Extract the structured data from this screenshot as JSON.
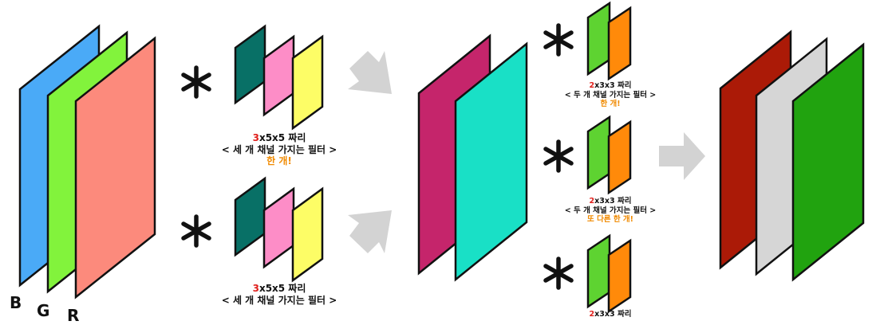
{
  "channel_labels": [
    "B",
    "G",
    "R"
  ],
  "operator": "*",
  "filters_5x5": [
    {
      "num": "3",
      "dims": "x5x5 짜리",
      "desc": "< 세 개 채널 가지는 필터 >",
      "note": "한 개!"
    },
    {
      "num": "3",
      "dims": "x5x5 짜리",
      "desc": "< 세 개 채널 가지는 필터 >",
      "note": ""
    }
  ],
  "filters_3x3": [
    {
      "num": "2",
      "dims": "x3x3 짜리",
      "desc": "< 두 개 채널 가지는 필터 >",
      "note": "한 개!"
    },
    {
      "num": "2",
      "dims": "x3x3 짜리",
      "desc": "< 두 개 채널 가지는 필터 >",
      "note": "또 다른 한 개!"
    },
    {
      "num": "2",
      "dims": "x3x3 짜리",
      "desc": "",
      "note": ""
    }
  ],
  "colors": {
    "input_B": "#4aaaf7",
    "input_G": "#82f33c",
    "input_R": "#fc8a7c",
    "filter5_c1": "#087066",
    "filter5_c2": "#fd8dc7",
    "filter5_c3": "#fdfd66",
    "mid_1": "#c5256b",
    "mid_2": "#19e0c6",
    "filter3_c1": "#5ed331",
    "filter3_c2": "#ff8a0a",
    "out_1": "#ab1a07",
    "out_2": "#d6d6d6",
    "out_3": "#21a30f",
    "arrow": "#d3d3d3",
    "number_red": "#e0201c",
    "note_orange": "#f08a00"
  }
}
